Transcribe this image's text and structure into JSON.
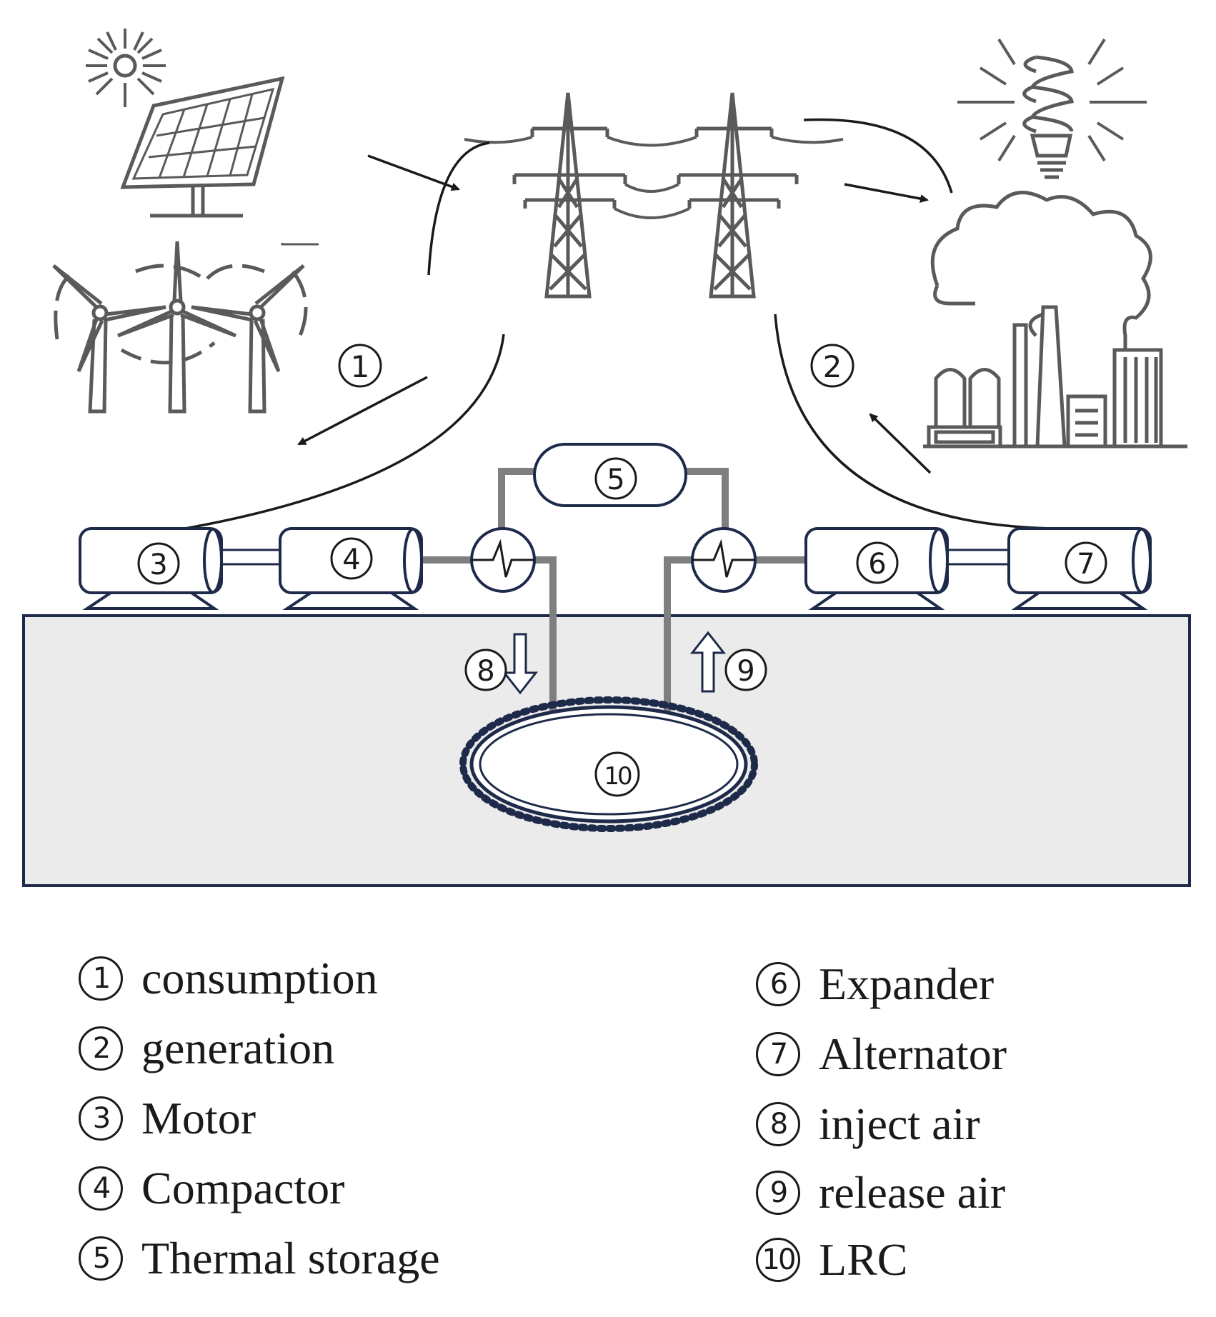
{
  "markers": {
    "m1": "1",
    "m2": "2",
    "m3": "3",
    "m4": "4",
    "m5": "5",
    "m6": "6",
    "m7": "7",
    "m8": "8",
    "m9": "9",
    "m10": "10"
  },
  "legend": {
    "left": [
      {
        "num": "1",
        "text": "consumption"
      },
      {
        "num": "2",
        "text": "generation"
      },
      {
        "num": "3",
        "text": "Motor"
      },
      {
        "num": "4",
        "text": "Compactor"
      },
      {
        "num": "5",
        "text": "Thermal storage"
      }
    ],
    "right": [
      {
        "num": "6",
        "text": "Expander"
      },
      {
        "num": "7",
        "text": "Alternator"
      },
      {
        "num": "8",
        "text": "inject air"
      },
      {
        "num": "9",
        "text": "release air"
      },
      {
        "num": "10",
        "text": "LRC"
      }
    ]
  },
  "colors": {
    "ground_fill": "#ebebeb",
    "ground_border": "#1e2a4a",
    "pipe": "#7f7f7f",
    "line": "#1a1a1a",
    "icon_gray": "#5a5a5a"
  }
}
